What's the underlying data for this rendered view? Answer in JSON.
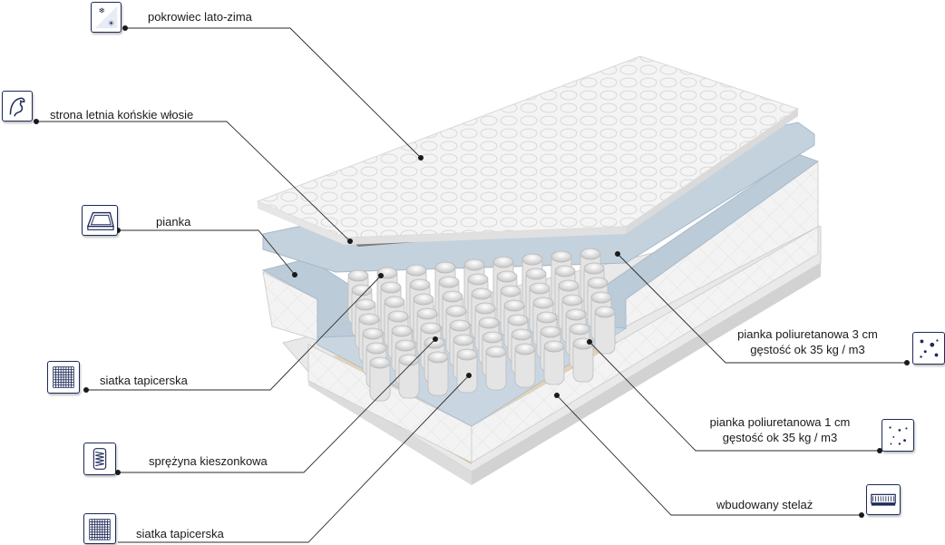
{
  "labels": {
    "cover": "pokrowiec lato-zima",
    "summer_side": "strona letnia końskie włosie",
    "foam": "pianka",
    "mesh_top": "siatka tapicerska",
    "pocket_spring": "sprężyna kieszonkowa",
    "mesh_bottom": "siatka tapicerska",
    "pu_foam_3cm_line1": "pianka poliuretanowa 3 cm",
    "pu_foam_3cm_line2": "gęstość ok 35 kg / m3",
    "pu_foam_1cm_line1": "pianka poliuretanowa 1 cm",
    "pu_foam_1cm_line2": "gęstość ok 35 kg / m3",
    "frame": "wbudowany stelaż"
  },
  "icons": {
    "cover": "season-cover-icon",
    "summer_side": "horse-hair-icon",
    "foam": "foam-layer-icon",
    "mesh_top": "mesh-grid-icon",
    "pocket_spring": "spring-icon",
    "mesh_bottom": "mesh-grid-icon",
    "pu_foam_3cm": "foam-density-icon",
    "pu_foam_1cm": "foam-density-icon",
    "frame": "frame-icon"
  },
  "colors": {
    "icon_border": "#1e2a5a",
    "leader_line": "#2a2a2a",
    "foam_blue": "#bccbd8",
    "cover_white": "#f4f4f4",
    "latex": "#e7d2ad"
  }
}
